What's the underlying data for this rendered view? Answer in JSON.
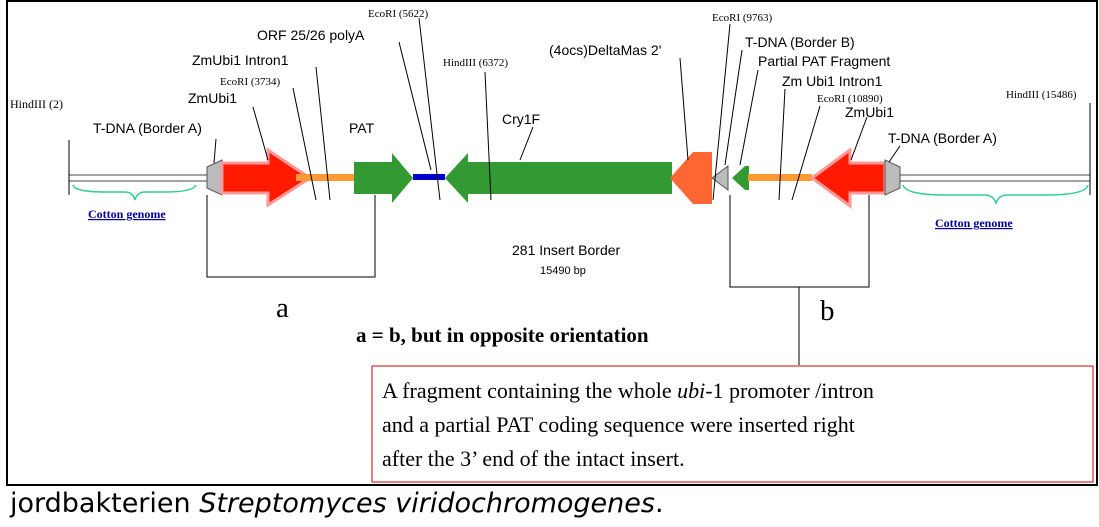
{
  "labels": {
    "hind_2": "HindIII (2)",
    "tdna_border_a_left": "T-DNA (Border A)",
    "zmubi1_left": "ZmUbi1",
    "ecori_3734": "EcoRI (3734)",
    "zmubi1_intron1": "ZmUbi1 Intron1",
    "orf_polya": "ORF 25/26 polyA",
    "ecori_5622": "EcoRI (5622)",
    "pat": "PAT",
    "hind_6372": "HindIII (6372)",
    "cry1f": "Cry1F",
    "deltamas": "(4ocs)DeltaMas 2'",
    "ecori_9763": "EcoRI (9763)",
    "tdna_border_b": "T-DNA (Border B)",
    "partial_pat": "Partial PAT Fragment",
    "zm_ubi1_intron1_right": "Zm Ubi1 Intron1",
    "ecori_10890": "EcoRI (10890)",
    "zmubi1_right": "ZmUbi1",
    "tdna_border_a_right": "T-DNA (Border A)",
    "hind_15486": "HindIII (15486)",
    "cotton_left": "Cotton genome",
    "cotton_right": "Cotton genome",
    "insert_border": "281 Insert Border",
    "bp": "15490 bp",
    "a": "a",
    "b": "b",
    "equation": "a = b, but in opposite orientation",
    "note_line1_a": "A fragment containing the whole ",
    "note_line1_i": "ubi",
    "note_line1_b": "-1 promoter /intron",
    "note_line2": "and a partial PAT coding sequence were inserted right",
    "note_line3": "after the 3’ end of the intact insert."
  },
  "caption": {
    "before": "jordbakterien ",
    "italic": "Streptomyces viridochromogenes",
    "after": "."
  },
  "colors": {
    "red": "#ff1a00",
    "orange": "#ff9933",
    "green": "#339933",
    "blue": "#0000cc",
    "salmon": "#ff6633",
    "teal": "#33cc99",
    "cotton_text": "#000099",
    "note_border": "#cc0000"
  }
}
